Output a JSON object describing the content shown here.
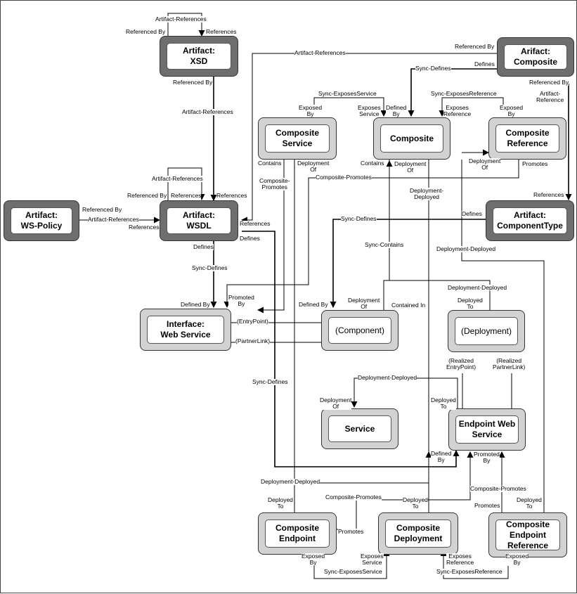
{
  "nodes": {
    "artifact_xsd": "Artifact:\nXSD",
    "arifact_composite": "Arifact:\nComposite",
    "composite_service": "Composite\nService",
    "composite": "Composite",
    "composite_reference": "Composite\nReference",
    "artifact_ws_policy": "Artifact:\nWS-Policy",
    "artifact_wsdl": "Artifact:\nWSDL",
    "artifact_componenttype": "Artifact:\nComponentType",
    "interface_web_service": "Interface:\nWeb Service",
    "component": "(Component)",
    "deployment": "(Deployment)",
    "service": "Service",
    "endpoint_web_service": "Endpoint Web\nService",
    "composite_endpoint": "Composite\nEndpoint",
    "composite_deployment": "Composite\nDeployment",
    "composite_endpoint_reference": "Composite\nEndpoint\nReference"
  },
  "labels": {
    "artifact_references": "Artifact-References",
    "referenced_by": "Referenced By",
    "references": "References",
    "sync_defines": "Sync-Defines",
    "defines": "Defines",
    "sync_exposes_service": "Sync-ExposesService",
    "sync_exposes_reference": "Sync-ExposesReference",
    "exposed_by": "Exposed\nBy",
    "exposes_service": "Exposes\nService",
    "exposes_reference": "Exposes\nReference",
    "defined_by": "Defined\nBy",
    "defined_by_inline": "Defined By",
    "contains": "Contains",
    "deployment_of": "Deployment\nOf",
    "promotes": "Promotes",
    "composite_promotes": "Composite-Promotes",
    "composite_promotes_stacked": "Composite-\nPromotes",
    "deployment_deployed": "Deployment-Deployed",
    "deployment_deployed_stacked": "Deployment-\nDeployed",
    "sync_contains": "Sync-Contains",
    "contained_in": "Contained In",
    "deployed_to": "Deployed\nTo",
    "promoted_by": "Promoted\nBy",
    "entry_point": "(EntryPoint)",
    "partner_link": "(PartnerLink)",
    "realized_entry_point": "(Realized\nEntryPoint)",
    "realized_partner_link": "(Realized\nPartnerLink)",
    "artifact_references_stacked": "Artifact-\nReference"
  },
  "colors": {
    "box_dark": "#6e6e6e",
    "box_light": "#d2d2d2",
    "line": "#000000"
  }
}
